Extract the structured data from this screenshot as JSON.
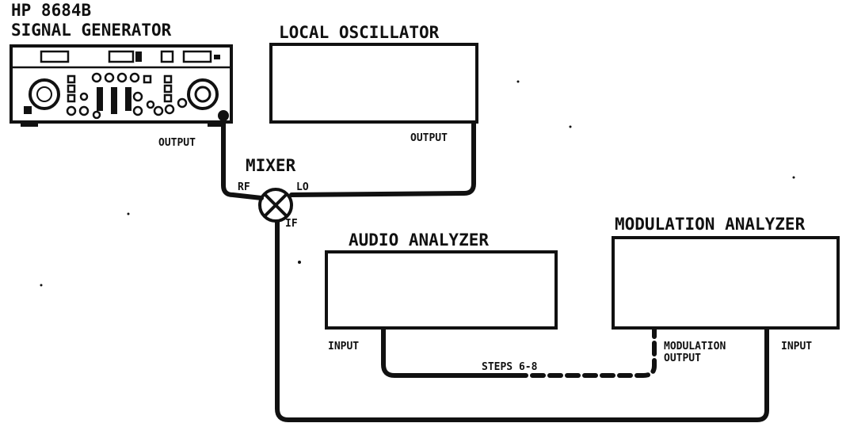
{
  "signal_generator": {
    "title_line1": "HP 8684B",
    "title_line2": "SIGNAL GENERATOR",
    "output_label": "OUTPUT"
  },
  "local_oscillator": {
    "title": "LOCAL OSCILLATOR",
    "output_label": "OUTPUT"
  },
  "mixer": {
    "title": "MIXER",
    "rf_label": "RF",
    "lo_label": "LO",
    "if_label": "IF"
  },
  "audio_analyzer": {
    "title": "AUDIO ANALYZER",
    "input_label": "INPUT"
  },
  "modulation_analyzer": {
    "title": "MODULATION ANALYZER",
    "modulation_output_line1": "MODULATION",
    "modulation_output_line2": "OUTPUT",
    "input_label": "INPUT"
  },
  "dashed_connection_label": "STEPS 6-8"
}
